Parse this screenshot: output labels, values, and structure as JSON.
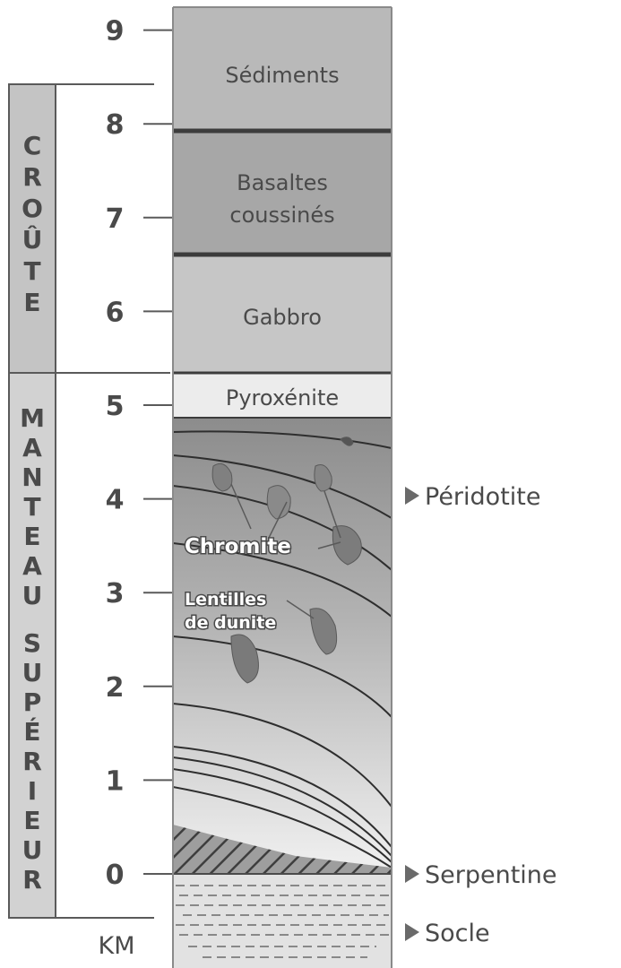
{
  "axis": {
    "unit": "KM",
    "ticks": [
      "0",
      "1",
      "2",
      "3",
      "4",
      "5",
      "6",
      "7",
      "8",
      "9"
    ]
  },
  "zones": {
    "crust": "CROÛTE",
    "mantle": [
      "MANTEAU",
      "SUPÉRIEUR"
    ]
  },
  "layers": {
    "sediments": "Sédiments",
    "basalts": [
      "Basaltes",
      "coussinés"
    ],
    "gabbro": "Gabbro",
    "pyroxenite": "Pyroxénite"
  },
  "inner_labels": {
    "chromite": "Chromite",
    "dunite": [
      "Lentilles",
      "de dunite"
    ]
  },
  "side_labels": {
    "peridotite": "Péridotite",
    "serpentine": "Serpentine",
    "socle": "Socle"
  },
  "colors": {
    "ink": "#4a4a4a",
    "crust_fill": "#c4c4c4",
    "mantle_fill": "#d2d2d2",
    "sediments": "#b9b9b9",
    "basalts": "#a7a7a7",
    "gabbro": "#c6c6c6",
    "pyroxenite": "#ececec",
    "peridotite_top": "#8f8f8f",
    "peridotite_bottom": "#ececec"
  }
}
